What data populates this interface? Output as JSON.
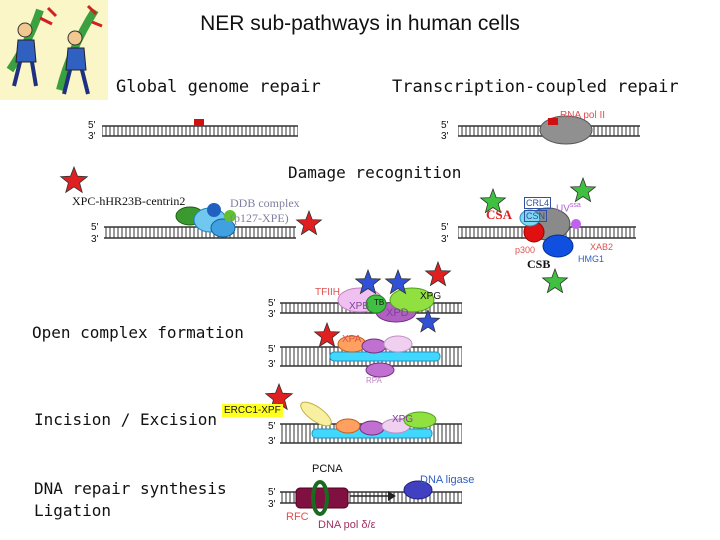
{
  "title": "NER sub-pathways in human cells",
  "pathways": {
    "ggr": "Global genome repair",
    "tcr": "Transcription-coupled repair"
  },
  "steps": {
    "recognition": "Damage recognition",
    "open_complex": "Open complex formation",
    "incision": "Incision / Excision",
    "synthesis_line1": "DNA repair synthesis",
    "synthesis_line2": "Ligation"
  },
  "labels": {
    "rna_pol": "RNA pol II",
    "xpc": "XPC-hHR23B-centrin2",
    "ddb1": "DDB complex",
    "ddb2": "(p127-XPE)",
    "csa": "CSA",
    "csb": "CSB",
    "crl4": "CRL4",
    "csn": "CSN",
    "uv": "UV",
    "uv_sup": "ssa",
    "p300": "p300",
    "xab2": "XAB2",
    "hmg1": "HMG1",
    "tfiih": "TFIIH",
    "xpb": "XPB",
    "tb": "TB",
    "xpd": "XPD",
    "xpg": "XPG",
    "xpa": "XPA",
    "rpa": "RPA",
    "ercc1": "ERCC1-XPF",
    "xpg2": "XPG",
    "pcna": "PCNA",
    "dna_ligase": "DNA ligase",
    "rfc": "RFC",
    "dna_pol": "DNA pol δ/ε",
    "five": "5'",
    "three": "3'"
  },
  "colors": {
    "star_red": "#e02020",
    "star_blue": "#3050d8",
    "star_green": "#40c040",
    "dna_line": "#333333",
    "damage": "#d01010",
    "label_red": "#e05050",
    "label_purple": "#8040a0",
    "label_blue": "#3060c0"
  }
}
